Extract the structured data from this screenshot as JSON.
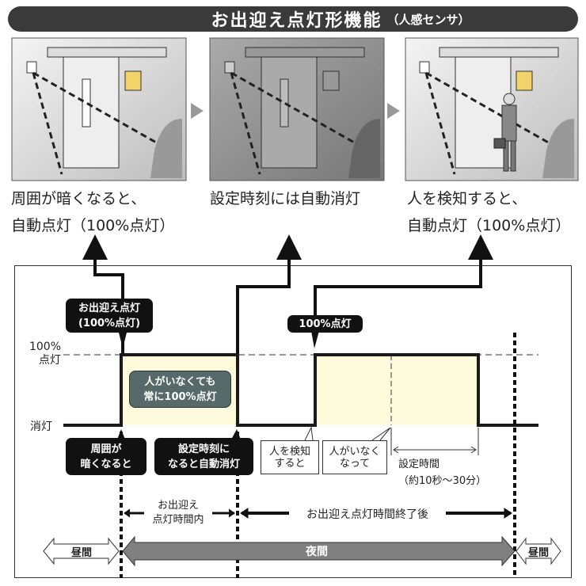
{
  "title": {
    "main": "お出迎え点灯形機能",
    "sub": "（人感センサ）"
  },
  "captions": [
    {
      "line1": "周囲が暗くなると、",
      "line2": "自動点灯（100%点灯）"
    },
    {
      "line1": "設定時刻には自動消灯",
      "line2": ""
    },
    {
      "line1": "人を検知すると、",
      "line2": "自動点灯（100%点灯）"
    }
  ],
  "timeline": {
    "level_on": "100%",
    "level_on2": "点灯",
    "level_off": "消灯",
    "callout_welcome": {
      "l1": "お出迎え点灯",
      "l2": "(100%点灯)"
    },
    "callout_full": "100%点灯",
    "callout_always": {
      "l1": "人がいなくても",
      "l2": "常に100%点灯"
    },
    "callout_dark": {
      "l1": "周囲が",
      "l2": "暗くなると"
    },
    "callout_timer": {
      "l1": "設定時刻に",
      "l2": "なると自動消灯"
    },
    "callout_detect": {
      "l1": "人を検知",
      "l2": "すると"
    },
    "callout_gone": {
      "l1": "人がいなく",
      "l2": "なって"
    },
    "set_time": {
      "l1": "設定時間",
      "l2": "（約10秒～30分）"
    },
    "period_in": {
      "l1": "お出迎え",
      "l2": "点灯時間内"
    },
    "period_after": "お出迎え点灯時間終了後",
    "day_left": "昼間",
    "night": "夜間",
    "day_right": "昼間"
  },
  "colors": {
    "pulse_fill": "#fdfbdc",
    "night_arrow": "#808080",
    "title_bg": "#3a3a3a"
  }
}
